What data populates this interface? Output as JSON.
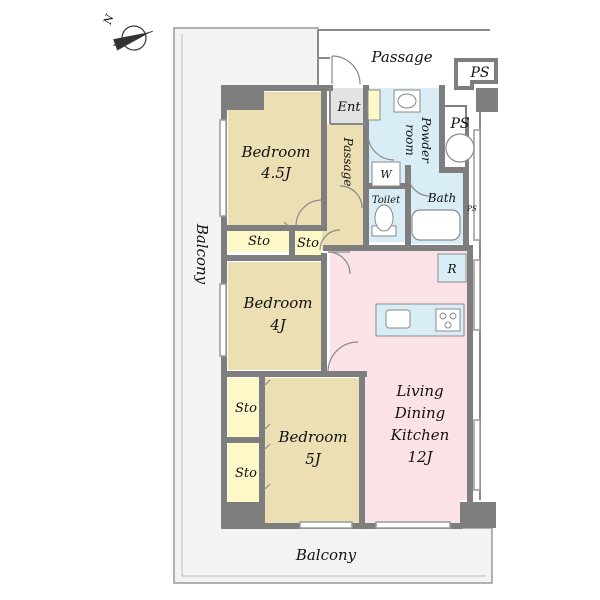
{
  "compass": {
    "letter": "N"
  },
  "labels": {
    "passage_top": "Passage",
    "ps_top": "PS",
    "ps_right": "PS",
    "ps_small": "PS",
    "ent": "Ent",
    "passage_inner": "Passage",
    "powder_room_1": "Powder",
    "powder_room_2": "room",
    "w": "W",
    "toilet": "Toilet",
    "bath": "Bath",
    "r": "R",
    "balcony_left": "Balcony",
    "balcony_bottom": "Balcony",
    "bedroom1_name": "Bedroom",
    "bedroom1_size": "4.5J",
    "bedroom2_name": "Bedroom",
    "bedroom2_size": "4J",
    "bedroom3_name": "Bedroom",
    "bedroom3_size": "5J",
    "sto_1": "Sto",
    "sto_2": "Sto",
    "sto_3": "Sto",
    "sto_4": "Sto",
    "ldk_1": "Living",
    "ldk_2": "Dining",
    "ldk_3": "Kitchen",
    "ldk_4": "12J"
  },
  "colors": {
    "bedroom": "#ecdfb4",
    "storage": "#fcf8c8",
    "ldk": "#fbe2e6",
    "wet": "#d8edf6",
    "balcony": "#f3f3f3",
    "wall": "#7e7e7e",
    "entrance": "#e3e3e3"
  }
}
